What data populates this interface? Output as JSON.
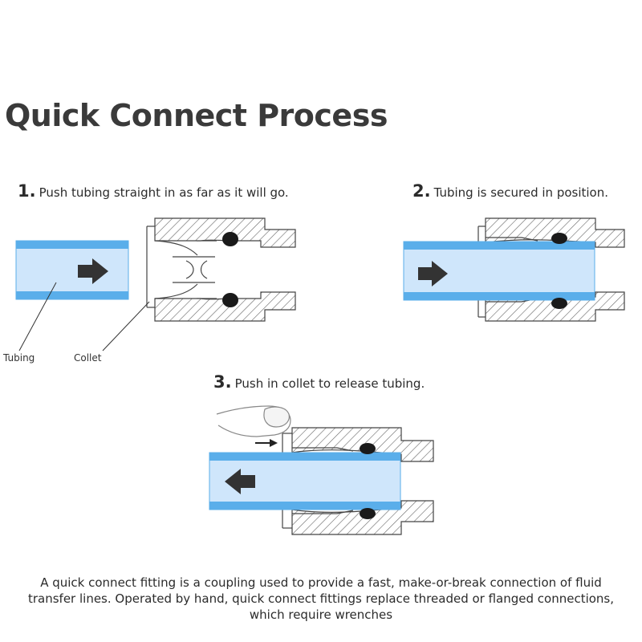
{
  "title": "Quick Connect Process",
  "steps": [
    {
      "number": "1.",
      "text": "Push tubing straight in as far as it will go."
    },
    {
      "number": "2.",
      "text": "Tubing is secured in position."
    },
    {
      "number": "3.",
      "text": "Push in collet to release tubing."
    }
  ],
  "callouts": {
    "tubing": "Tubing",
    "collet": "Collet"
  },
  "description": {
    "line1": "A quick connect fitting is a coupling used to provide a fast, make-or-break connection of fluid",
    "line2": "transfer lines. Operated by hand, quick connect fittings replace threaded or flanged connections,",
    "line3": "which require wrenches"
  },
  "colors": {
    "tube_fill": "#cfe6fb",
    "tube_wall": "#5aaeea",
    "hatch": "#555555",
    "arrow": "#333333"
  }
}
